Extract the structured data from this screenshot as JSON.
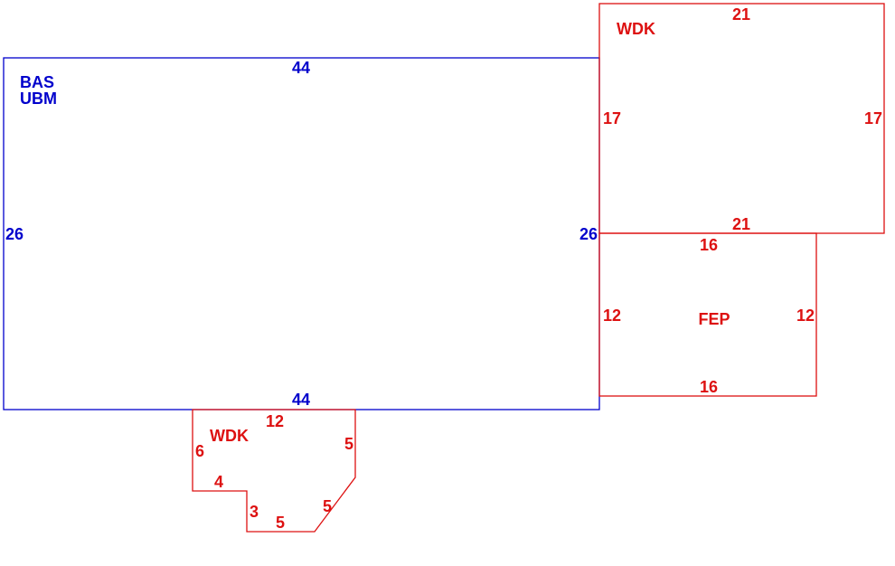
{
  "colors": {
    "main": "#0000cc",
    "addition": "#dd1111",
    "background": "#ffffff"
  },
  "main_area": {
    "label_line1": "BAS",
    "label_line2": "UBM",
    "dim_top": "44",
    "dim_bottom": "44",
    "dim_left": "26",
    "dim_right": "26"
  },
  "deck_upper": {
    "label": "WDK",
    "dim_top": "21",
    "dim_bottom": "21",
    "dim_left": "17",
    "dim_right": "17"
  },
  "porch": {
    "label": "FEP",
    "dim_top": "16",
    "dim_bottom": "16",
    "dim_left": "12",
    "dim_right": "12"
  },
  "deck_lower": {
    "label": "WDK",
    "dim_top": "12",
    "dim_right": "5",
    "dim_left": "6",
    "dim_step_horizontal": "4",
    "dim_step_vertical": "3",
    "dim_bottom": "5",
    "dim_diagonal": "5"
  }
}
